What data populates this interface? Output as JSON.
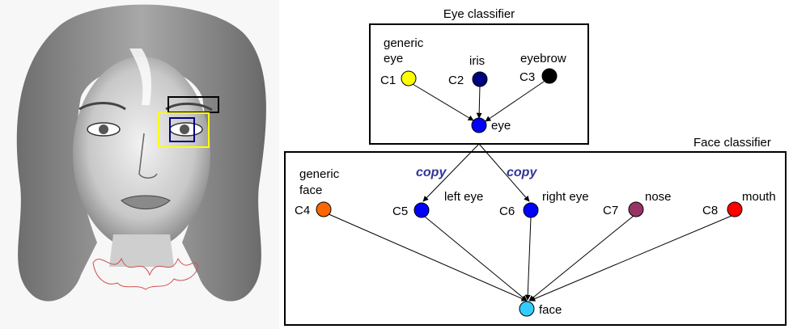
{
  "eye_classifier": {
    "title": "Eye classifier",
    "nodes": {
      "c1": {
        "code": "C1",
        "label_line1": "generic",
        "label_line2": "eye",
        "color": "#ffff00"
      },
      "c2": {
        "code": "C2",
        "label": "iris",
        "color": "#000080"
      },
      "c3": {
        "code": "C3",
        "label": "eyebrow",
        "color": "#000000"
      },
      "eye": {
        "label": "eye",
        "color": "#0000ff"
      }
    }
  },
  "face_classifier": {
    "title": "Face classifier",
    "copy_label": "copy",
    "copy_color": "#333399",
    "nodes": {
      "c4": {
        "code": "C4",
        "label_line1": "generic",
        "label_line2": "face",
        "color": "#ff6600"
      },
      "c5": {
        "code": "C5",
        "label": "left eye",
        "color": "#0000ff"
      },
      "c6": {
        "code": "C6",
        "label": "right eye",
        "color": "#0000ff"
      },
      "c7": {
        "code": "C7",
        "label": "nose",
        "color": "#993366"
      },
      "c8": {
        "code": "C8",
        "label": "mouth",
        "color": "#ff0000"
      },
      "face": {
        "label": "face",
        "color": "#33ccff"
      }
    }
  },
  "sketch": {
    "box_colors": {
      "eyebrow": "#000000",
      "eye": "#ffff00",
      "iris": "#000080"
    }
  }
}
